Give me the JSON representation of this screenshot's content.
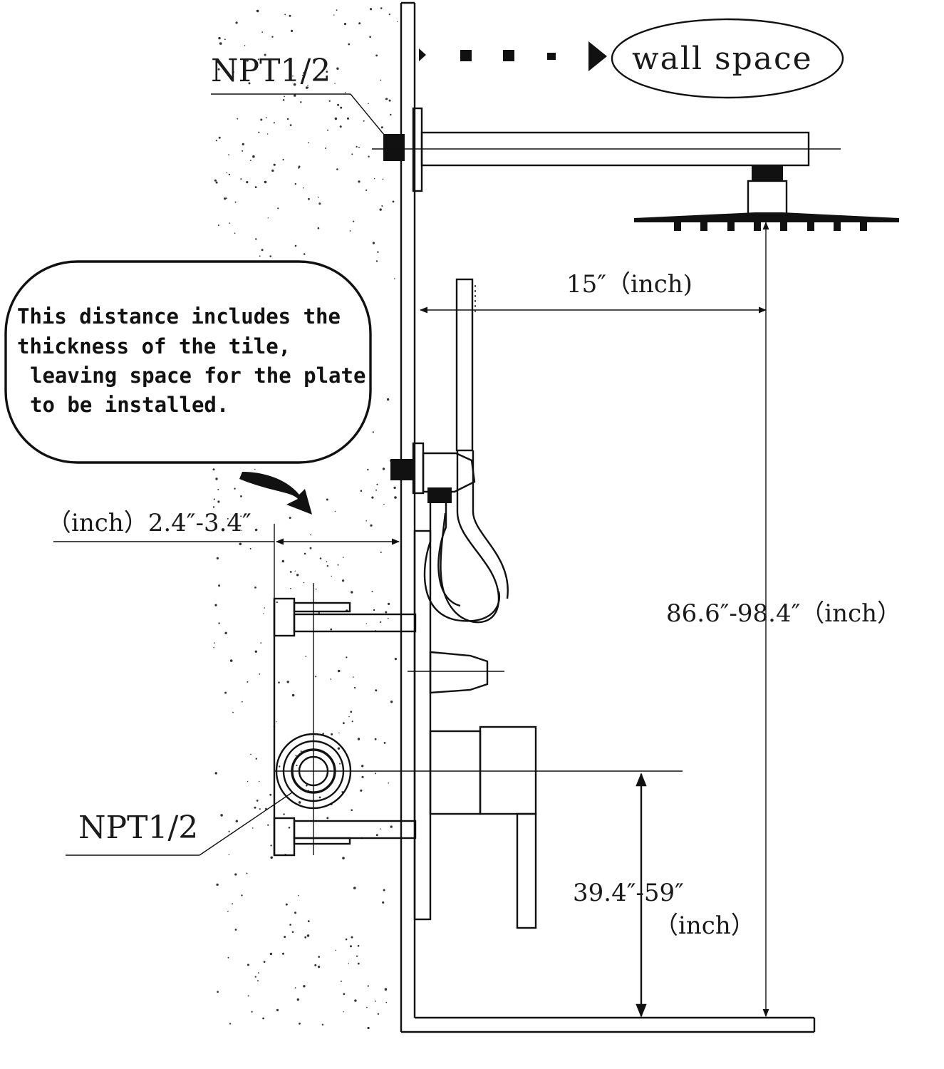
{
  "labels": {
    "npt_top": "NPT1/2",
    "npt_bottom": "NPT1/2",
    "wall_space": "wall space",
    "arm_length": "15″（inch)",
    "wall_depth": "（inch）2.4″-3.4″",
    "shower_height": "86.6″-98.4″（inch）",
    "valve_height_value": "39.4″-59″",
    "valve_height_unit": "（inch）"
  },
  "callout": {
    "line1": "This distance includes the",
    "line2": "thickness of the tile,",
    "line3": "leaving space for the plate",
    "line4": "to be installed."
  },
  "colors": {
    "ink": "#111111",
    "background": "#ffffff"
  }
}
